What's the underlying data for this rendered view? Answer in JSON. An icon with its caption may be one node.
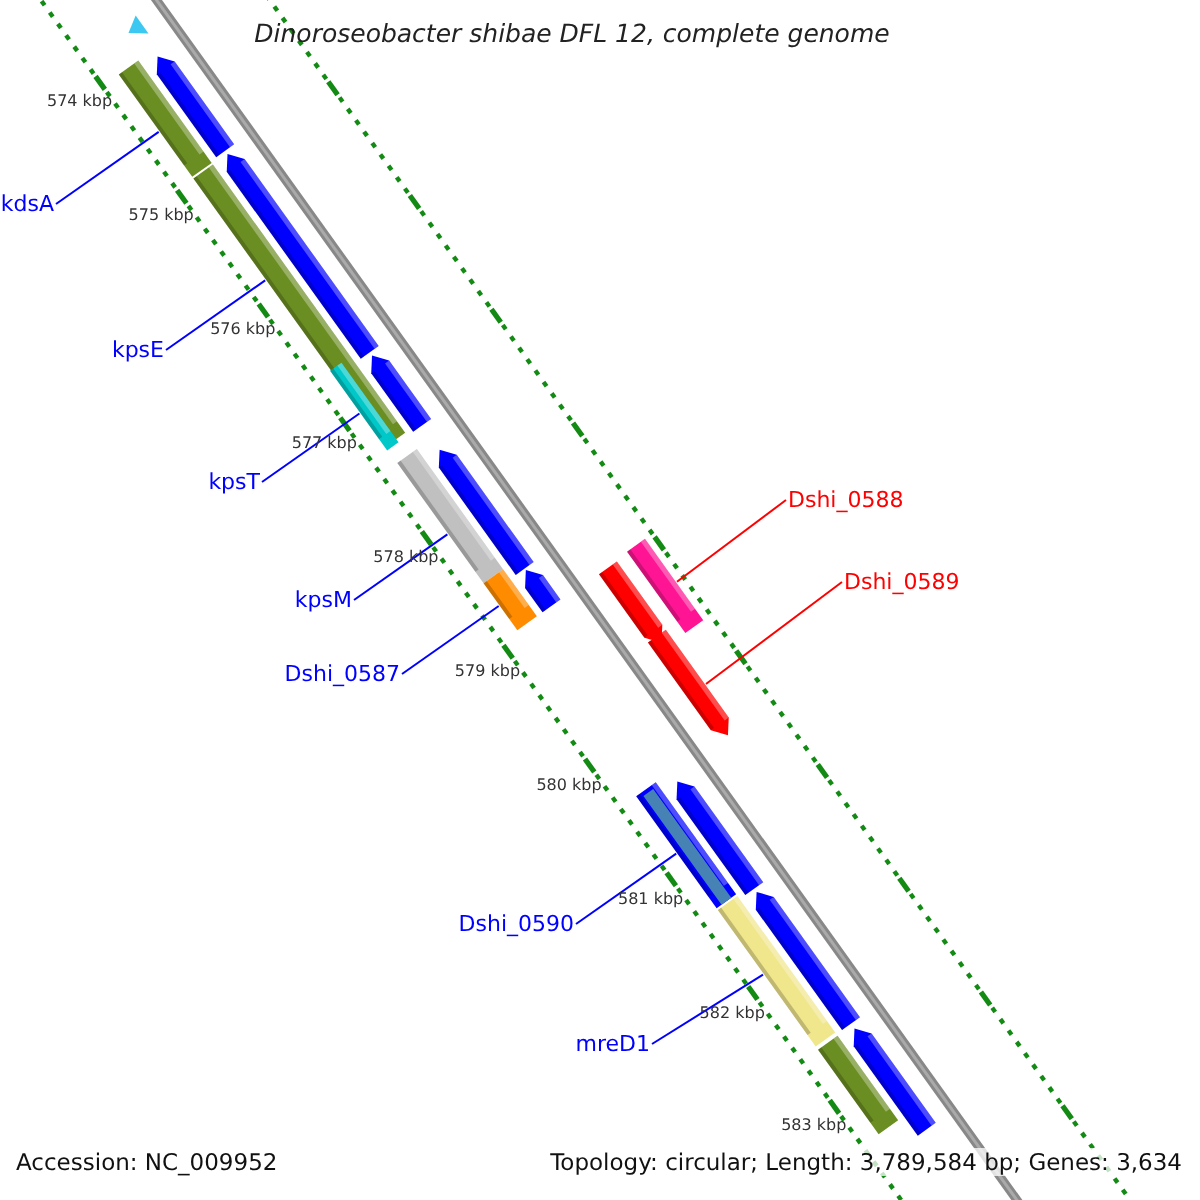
{
  "diagram": {
    "title": "Dinoroseobacter shibae DFL 12, complete genome",
    "nodes": [
      {
        "text": [
          "kdsA"
        ]
      },
      {
        "text": [
          "kpsE"
        ]
      },
      {
        "text": [
          "kpsT"
        ]
      },
      {
        "text": [
          "Dshi_0588"
        ]
      },
      {
        "text": [
          "kpsM"
        ]
      },
      {
        "text": [
          "Dshi_0589"
        ]
      },
      {
        "text": [
          "Dshi_0587"
        ]
      },
      {
        "text": [
          "Dshi_0590"
        ]
      },
      {
        "text": [
          "mreD1"
        ]
      },
      {
        "text": [],
        "shape": "bar"
      },
      {
        "text": [],
        "shape": "pentagon"
      },
      {
        "text": [],
        "shape": "bar"
      },
      {
        "text": [],
        "shape": "pentagon"
      },
      {
        "text": [],
        "shape": "bar",
        "in": 11
      },
      {
        "text": [],
        "shape": "pentagon"
      },
      {
        "text": [],
        "shape": "bar"
      },
      {
        "text": [],
        "shape": "pentagon"
      },
      {
        "text": [],
        "shape": "bar"
      },
      {
        "text": [],
        "shape": "pentagon"
      },
      {
        "text": [],
        "shape": "bar"
      },
      {
        "text": [],
        "shape": "pentagon"
      },
      {
        "text": [],
        "shape": "pentagon"
      },
      {
        "text": [],
        "shape": "bar"
      },
      {
        "text": [],
        "shape": "pentagon"
      },
      {
        "text": [],
        "shape": "bar"
      },
      {
        "text": [],
        "shape": "pentagon"
      },
      {
        "text": [],
        "shape": "bar"
      },
      {
        "text": [],
        "shape": "pentagon"
      }
    ],
    "edges": [
      {
        "from": 0,
        "to": 9,
        "arrow": "none"
      },
      {
        "from": 1,
        "to": 11,
        "arrow": "none"
      },
      {
        "from": 2,
        "to": 13,
        "arrow": "none"
      },
      {
        "from": 3,
        "to": 19,
        "arrow": "none",
        "color": "#ff0000"
      },
      {
        "from": 4,
        "to": 15,
        "arrow": "none"
      },
      {
        "from": 5,
        "to": 21,
        "arrow": "none",
        "color": "#ff0000"
      },
      {
        "from": 6,
        "to": 17,
        "arrow": "none"
      },
      {
        "from": 7,
        "to": 22,
        "arrow": "none"
      },
      {
        "from": 8,
        "to": 24,
        "arrow": "none"
      }
    ],
    "labels": [
      "574 kbp",
      "575 kbp",
      "576 kbp",
      "577 kbp",
      "578 kbp",
      "579 kbp",
      "580 kbp",
      "581 kbp",
      "582 kbp",
      "583 kbp",
      "Accession: NC_009952",
      "Topology: circular; Length: 3,789,584 bp; Genes: 3,634"
    ]
  }
}
